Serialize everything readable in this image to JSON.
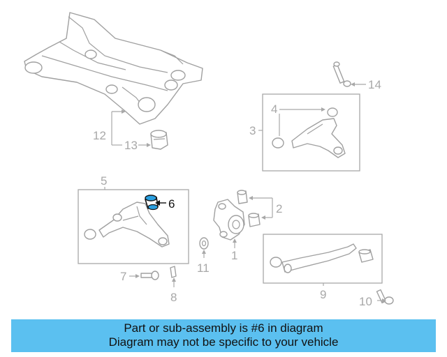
{
  "callouts": {
    "c1": "1",
    "c2": "2",
    "c3": "3",
    "c4": "4",
    "c5": "5",
    "c6": "6",
    "c7": "7",
    "c8": "8",
    "c9": "9",
    "c10": "10",
    "c11": "11",
    "c12": "12",
    "c13": "13",
    "c14": "14"
  },
  "highlighted_part": "6",
  "banner": {
    "line1": "Part or sub-assembly is #6 in diagram",
    "line2": "Diagram may not be specific to your vehicle",
    "background": "#5bc0f0"
  },
  "colors": {
    "line_art": "#a0a0a0",
    "highlight": "#111111",
    "highlight_fill": "#2a9fe0"
  }
}
